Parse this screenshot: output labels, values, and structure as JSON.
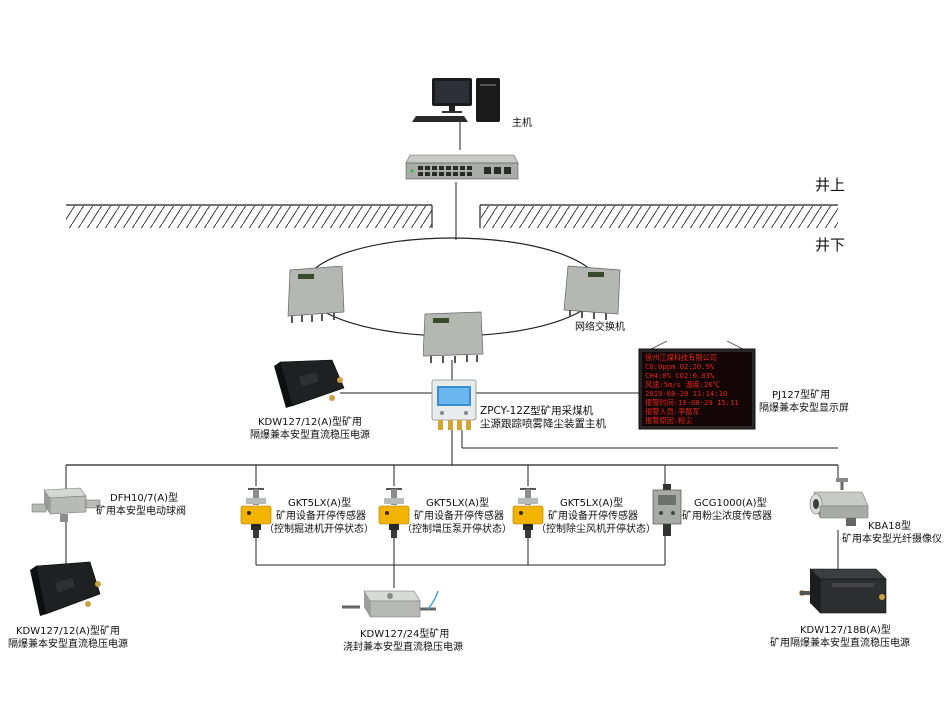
{
  "labels": {
    "host": "主机",
    "aboveground": "井上",
    "underground": "井下",
    "network_switch": "网络交换机",
    "main_unit_line1": "ZPCY-12Z型矿用采煤机",
    "main_unit_line2": "尘源跟踪喷雾降尘装置主机",
    "display_line1": "PJ127型矿用",
    "display_line2": "隔爆兼本安型显示屏",
    "psu_top_line1": "KDW127/12(A)型矿用",
    "psu_top_line2": "隔爆兼本安型直流稳压电源",
    "valve_line1": "DFH10/7(A)型",
    "valve_line2": "矿用本安型电动球阀",
    "sensor1_line1": "GKT5LX(A)型",
    "sensor1_line2": "矿用设备开停传感器",
    "sensor1_line3": "（控制掘进机开停状态）",
    "sensor2_line1": "GKT5LX(A)型",
    "sensor2_line2": "矿用设备开停传感器",
    "sensor2_line3": "（控制增压泵开停状态）",
    "sensor3_line1": "GKT5LX(A)型",
    "sensor3_line2": "矿用设备开停传感器",
    "sensor3_line3": "（控制除尘风机开停状态）",
    "dust_line1": "GCG1000(A)型",
    "dust_line2": "矿用粉尘浓度传感器",
    "camera_line1": "KBA18型",
    "camera_line2": "矿用本安型光纤摄像仪",
    "psu_left_line1": "KDW127/12(A)型矿用",
    "psu_left_line2": "隔爆兼本安型直流稳压电源",
    "psu_bottom_line1": "KDW127/24型矿用",
    "psu_bottom_line2": "浇封兼本安型直流稳压电源",
    "psu_right_line1": "KDW127/18B(A)型",
    "psu_right_line2": "矿用隔爆兼本安型直流稳压电源"
  },
  "led_screen": {
    "lines": [
      "徐州江煤科技有限公司",
      "CO:0ppm      O2:20.9%",
      "CH4:0%       CO2:0.03%",
      "风速:5m/s    温度:26℃",
      "2019-08-20 11:14:10",
      "报警时间:19-08-29 15:11",
      "报警人员:李磊军",
      "报警原因:粉尘"
    ]
  },
  "colors": {
    "line": "#222222",
    "hatch": "#333333",
    "box_metal": "#b9bcb7",
    "sensor_yellow": "#f2b400",
    "led_red": "#e0261a",
    "led_bg": "#140606"
  }
}
